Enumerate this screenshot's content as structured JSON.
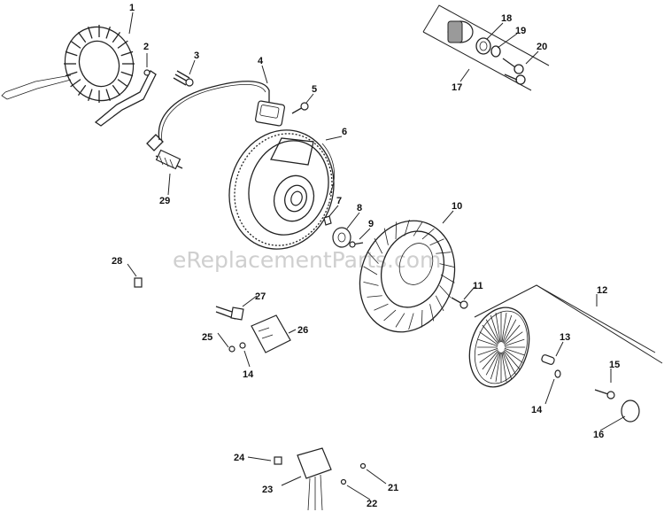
{
  "watermark": "eReplacementParts.com",
  "callouts": {
    "c1": "1",
    "c2": "2",
    "c3": "3",
    "c4": "4",
    "c5": "5",
    "c6": "6",
    "c7": "7",
    "c8": "8",
    "c9": "9",
    "c10": "10",
    "c11": "11",
    "c12": "12",
    "c13": "13",
    "c14a": "14",
    "c14b": "14",
    "c15": "15",
    "c16": "16",
    "c17": "17",
    "c18": "18",
    "c19": "19",
    "c20": "20",
    "c21": "21",
    "c22": "22",
    "c23": "23",
    "c24": "24",
    "c25": "25",
    "c26": "26",
    "c27": "27",
    "c28": "28",
    "c29": "29"
  }
}
